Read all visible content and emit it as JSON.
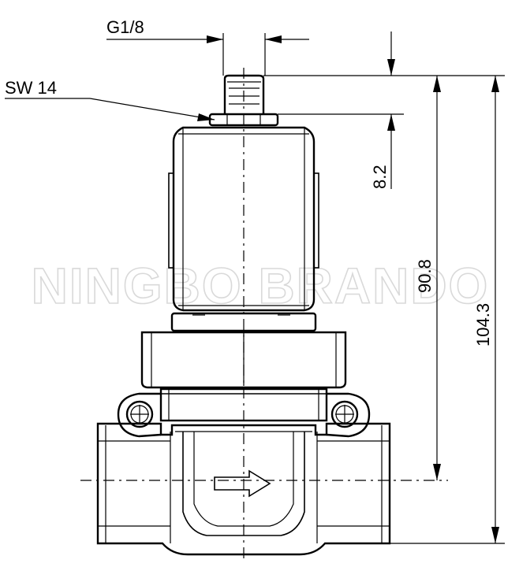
{
  "title": "",
  "labels": {
    "thread": "G1/8",
    "wrench_size": "SW 14",
    "dim_top": "8.2",
    "dim_height_inner": "90.8",
    "dim_height_total": "104.3"
  },
  "watermark": "NINGBO BRANDO",
  "colors": {
    "line": "#000000",
    "watermark": "#d9d9d9",
    "background": "#ffffff"
  }
}
